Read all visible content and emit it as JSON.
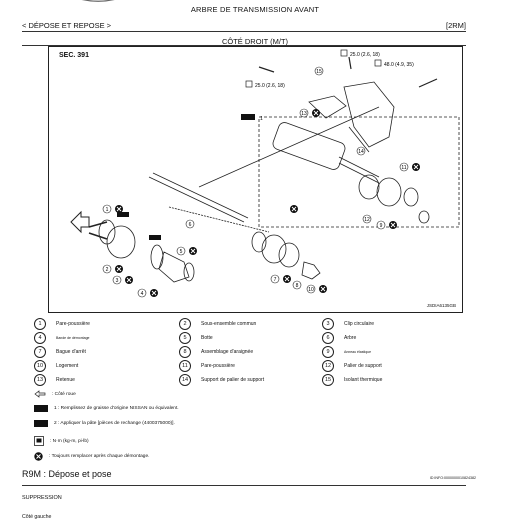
{
  "document": {
    "title": "ARBRE DE TRANSMISSION AVANT",
    "section": "< DÉPOSE ET REPOSE >",
    "code": "[2RM]",
    "view_title": "CÔTÉ DROIT (M/T)"
  },
  "figure": {
    "sec_label": "SEC. 391",
    "figure_id": "JSDIA6135GB",
    "torques": [
      {
        "value": "25.0 (2.6, 18)"
      },
      {
        "value": "48.0 (4.9, 35)"
      },
      {
        "value": "25.0 (2.6, 18)"
      }
    ],
    "grease_label": "1",
    "callout_numbers": [
      "1",
      "2",
      "3",
      "4",
      "5",
      "6",
      "7",
      "8",
      "9",
      "10",
      "11",
      "12",
      "13",
      "14",
      "15"
    ]
  },
  "legend": {
    "items": [
      {
        "num": "1",
        "text": "Pare-poussière"
      },
      {
        "num": "2",
        "text": "Sous-ensemble commun"
      },
      {
        "num": "3",
        "text": "Clip circulaire"
      },
      {
        "num": "4",
        "text": "Bande de démontage"
      },
      {
        "num": "5",
        "text": "Botte"
      },
      {
        "num": "6",
        "text": "Arbre"
      },
      {
        "num": "7",
        "text": "Bague d'arrêt"
      },
      {
        "num": "8",
        "text": "Assemblage d'araignée"
      },
      {
        "num": "9",
        "text": "Anneau élastique"
      },
      {
        "num": "10",
        "text": "Logement"
      },
      {
        "num": "11",
        "text": "Pare-poussière"
      },
      {
        "num": "12",
        "text": "Palier de support"
      },
      {
        "num": "13",
        "text": "Retenue"
      },
      {
        "num": "14",
        "text": "Support de palier de support"
      },
      {
        "num": "15",
        "text": "Isolant thermique"
      }
    ],
    "symbols": {
      "wheel_side": ": Côté roue",
      "grease_1": "1 : Remplissez de graisse d'origine NISSAN ou équivalent.",
      "grease_2": "2 : Appliquer la pâte [pièces de rechange (4400375000)].",
      "torque": ": N·m (kg-m, pi-lb)",
      "replace": ": Toujours remplacer après chaque démontage."
    }
  },
  "subsection": {
    "title": "R9M : Dépose et pose",
    "info_id": "ID INFO:0000000010824382",
    "suppression": "SUPPRESSION",
    "cote": "Côté gauche"
  }
}
